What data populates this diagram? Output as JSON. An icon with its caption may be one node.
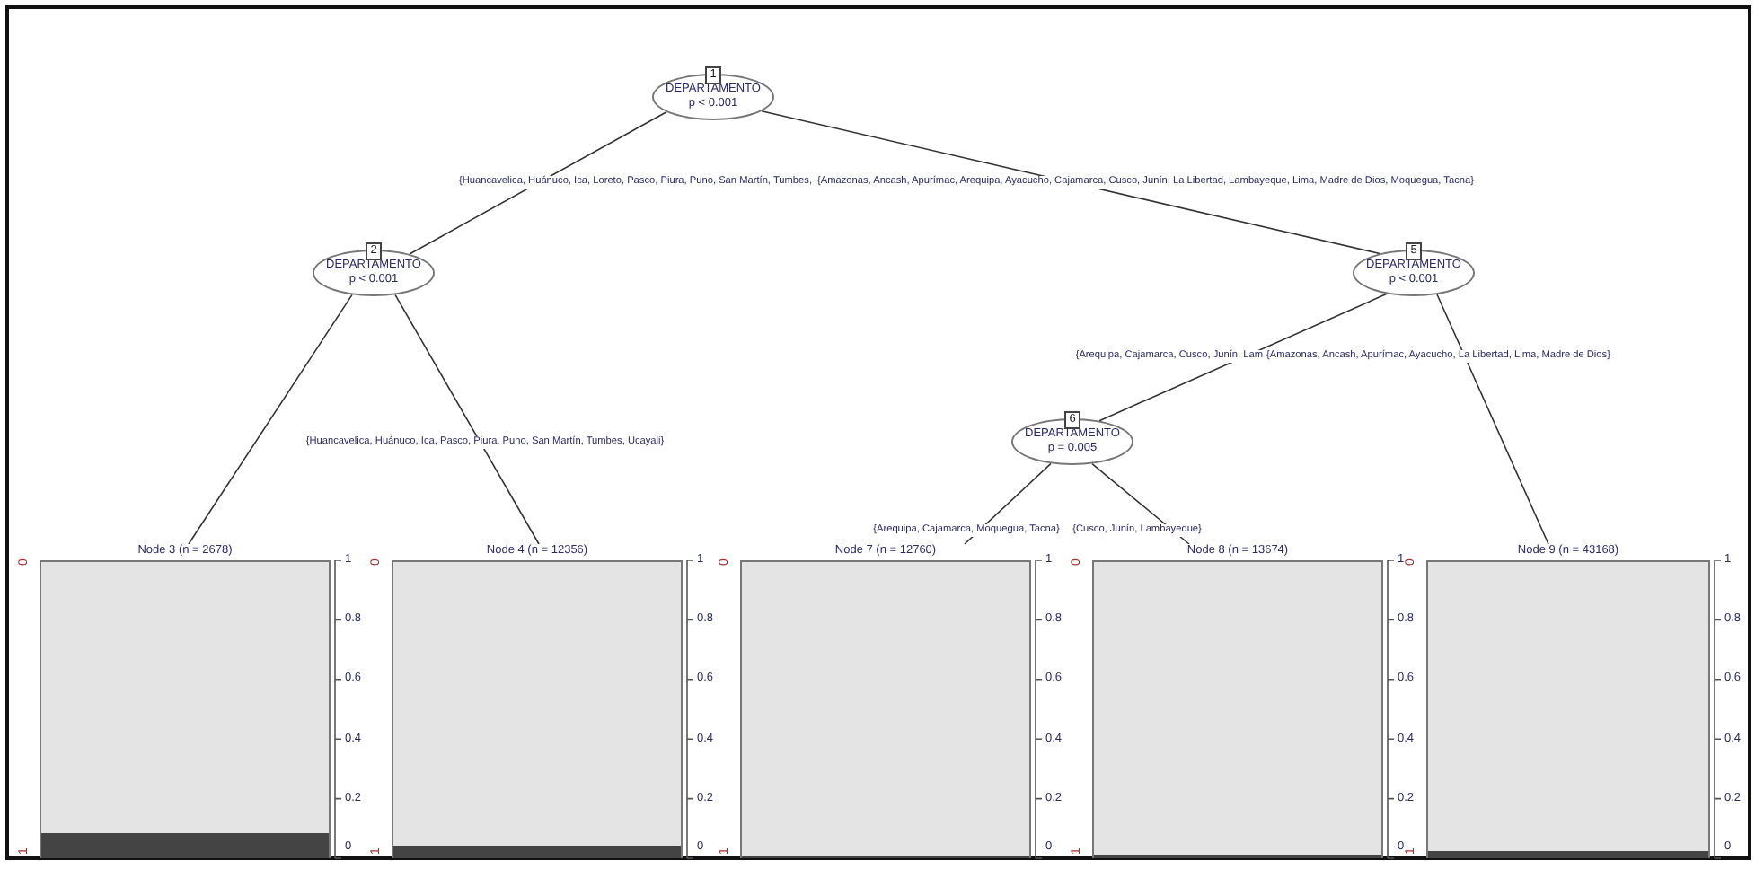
{
  "diagram": {
    "nodes": [
      {
        "text": [
          "1",
          "DEPARTAMENTO",
          "p < 0.001"
        ]
      },
      {
        "text": [
          "2",
          "DEPARTAMENTO",
          "p < 0.001"
        ]
      },
      {
        "text": [
          "5",
          "DEPARTAMENTO",
          "p < 0.001"
        ]
      },
      {
        "text": [
          "6",
          "DEPARTAMENTO",
          "p = 0.005"
        ]
      },
      {
        "text": [
          "Node 3 (n = 2678)"
        ],
        "beside": [
          "0",
          "1",
          "1",
          "0.8",
          "0.6",
          "0.4",
          "0.2",
          "0"
        ]
      },
      {
        "text": [
          "Node 4 (n = 12356)"
        ],
        "beside": [
          "0",
          "1",
          "1",
          "0.8",
          "0.6",
          "0.4",
          "0.2",
          "0"
        ]
      },
      {
        "text": [
          "Node 7 (n = 12760)"
        ],
        "beside": [
          "0",
          "1",
          "1",
          "0.8",
          "0.6",
          "0.4",
          "0.2",
          "0"
        ]
      },
      {
        "text": [
          "Node 8 (n = 13674)"
        ],
        "beside": [
          "0",
          "1",
          "1",
          "0.8",
          "0.6",
          "0.4",
          "0.2",
          "0"
        ]
      },
      {
        "text": [
          "Node 9 (n = 43168)"
        ],
        "beside": [
          "0",
          "1",
          "1",
          "0.8",
          "0.6",
          "0.4",
          "0.2",
          "0"
        ]
      }
    ],
    "edges": [
      {
        "from": 0,
        "to": 1,
        "arrow": "none",
        "label": "{Huancavelica, Huánuco, Ica, Loreto, Pasco, Piura, Puno, San Martín, Tumbes,"
      },
      {
        "from": 0,
        "to": 2,
        "arrow": "none",
        "label": "{Amazonas, Ancash, Apurímac, Arequipa, Ayacucho, Cajamarca, Cusco, Junín, La Libertad, Lambayeque, Lima, Madre de Dios, Moquegua, Tacna}"
      },
      {
        "from": 1,
        "to": 4,
        "arrow": "none"
      },
      {
        "from": 1,
        "to": 5,
        "arrow": "none",
        "label": "{Huancavelica, Huánuco, Ica, Pasco, Piura, Puno, San Martín, Tumbes, Ucayali}"
      },
      {
        "from": 2,
        "to": 3,
        "arrow": "none",
        "label": "{Arequipa, Cajamarca, Cusco, Junín, Lam"
      },
      {
        "from": 2,
        "to": 8,
        "arrow": "none",
        "label": "{Amazonas, Ancash, Apurímac, Ayacucho, La Libertad, Lima, Madre de Dios}"
      },
      {
        "from": 3,
        "to": 6,
        "arrow": "none",
        "label": "{Arequipa, Cajamarca, Moquegua, Tacna}"
      },
      {
        "from": 3,
        "to": 7,
        "arrow": "none",
        "label": "{Cusco, Junín, Lambayeque}"
      }
    ]
  }
}
